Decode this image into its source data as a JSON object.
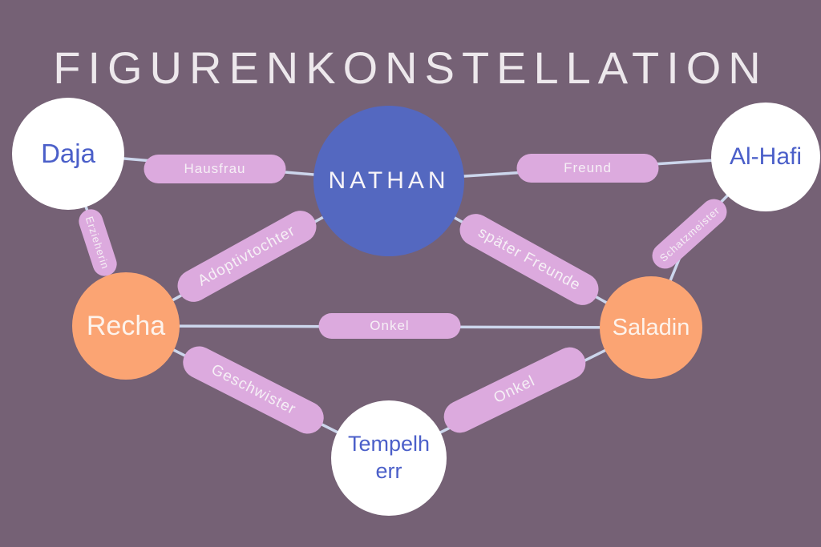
{
  "title": "FIGURENKONSTELLATION",
  "colors": {
    "background": "#756175",
    "title_text": "#ede8ec",
    "node_blue": "#5468c0",
    "node_white": "#ffffff",
    "node_orange": "#fba473",
    "node_blue_text": "#4b5fc9",
    "pill_pink": "#dcaade",
    "pill_text": "#f6f0f6",
    "connector_line": "#ccd6ec"
  },
  "nodes": [
    {
      "id": "daja",
      "label": "Daja"
    },
    {
      "id": "nathan",
      "label": "NATHAN"
    },
    {
      "id": "alhafi",
      "label": "Al-Hafi"
    },
    {
      "id": "recha",
      "label": "Recha"
    },
    {
      "id": "saladin",
      "label": "Saladin"
    },
    {
      "id": "tempelherr",
      "label": "Tempelherr"
    }
  ],
  "edges": [
    {
      "from": "Daja",
      "to": "Nathan",
      "label": "Hausfrau"
    },
    {
      "from": "Nathan",
      "to": "Al-Hafi",
      "label": "Freund"
    },
    {
      "from": "Daja",
      "to": "Recha",
      "label": "Erzieherin"
    },
    {
      "from": "Recha",
      "to": "Nathan",
      "label": "Adoptivtochter"
    },
    {
      "from": "Nathan",
      "to": "Saladin",
      "label": "später Freunde"
    },
    {
      "from": "Al-Hafi",
      "to": "Saladin",
      "label": "Schatzmeister"
    },
    {
      "from": "Recha",
      "to": "Saladin",
      "label": "Onkel"
    },
    {
      "from": "Recha",
      "to": "Tempelherr",
      "label": "Geschwister"
    },
    {
      "from": "Saladin",
      "to": "Tempelherr",
      "label": "Onkel"
    }
  ]
}
